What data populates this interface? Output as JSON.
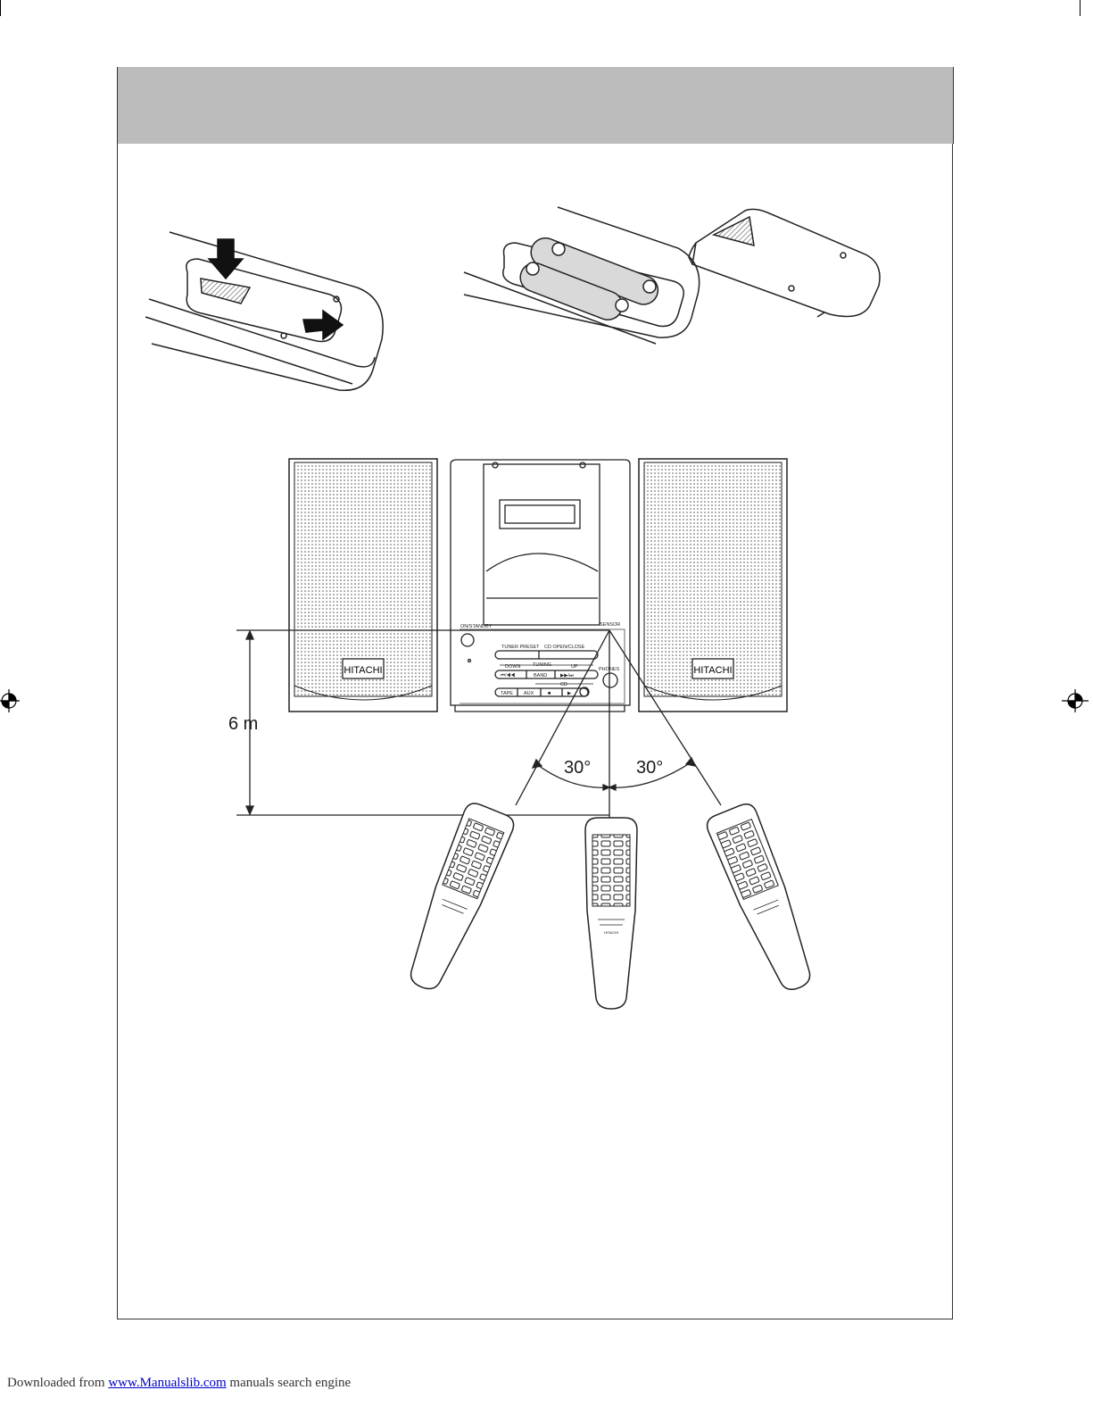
{
  "speakers": {
    "brand_left": "HITACHI",
    "brand_right": "HITACHI"
  },
  "unit": {
    "standby": "ON/STANDBY",
    "sensor": "SENSOR",
    "tuner_preset": "TUNER PRESET",
    "cd_open_close": "CD OPEN/CLOSE",
    "down": "DOWN",
    "tuning": "TUNING",
    "up": "UP",
    "band": "BAND",
    "cd": "CD",
    "tape": "TAPE",
    "aux": "AUX",
    "phones": "PHONES",
    "prev_symbol": "⏮/◀◀",
    "next_symbol": "▶▶/⏭",
    "stop_symbol": "■",
    "play_symbol": "▶"
  },
  "range": {
    "distance": "6 m",
    "angle_left": "30°",
    "angle_right": "30°"
  },
  "remote": {
    "brand": "HITACHI"
  },
  "footer": {
    "prefix": "Downloaded from",
    "link": "www.Manualslib.com",
    "suffix": " manuals search engine"
  }
}
